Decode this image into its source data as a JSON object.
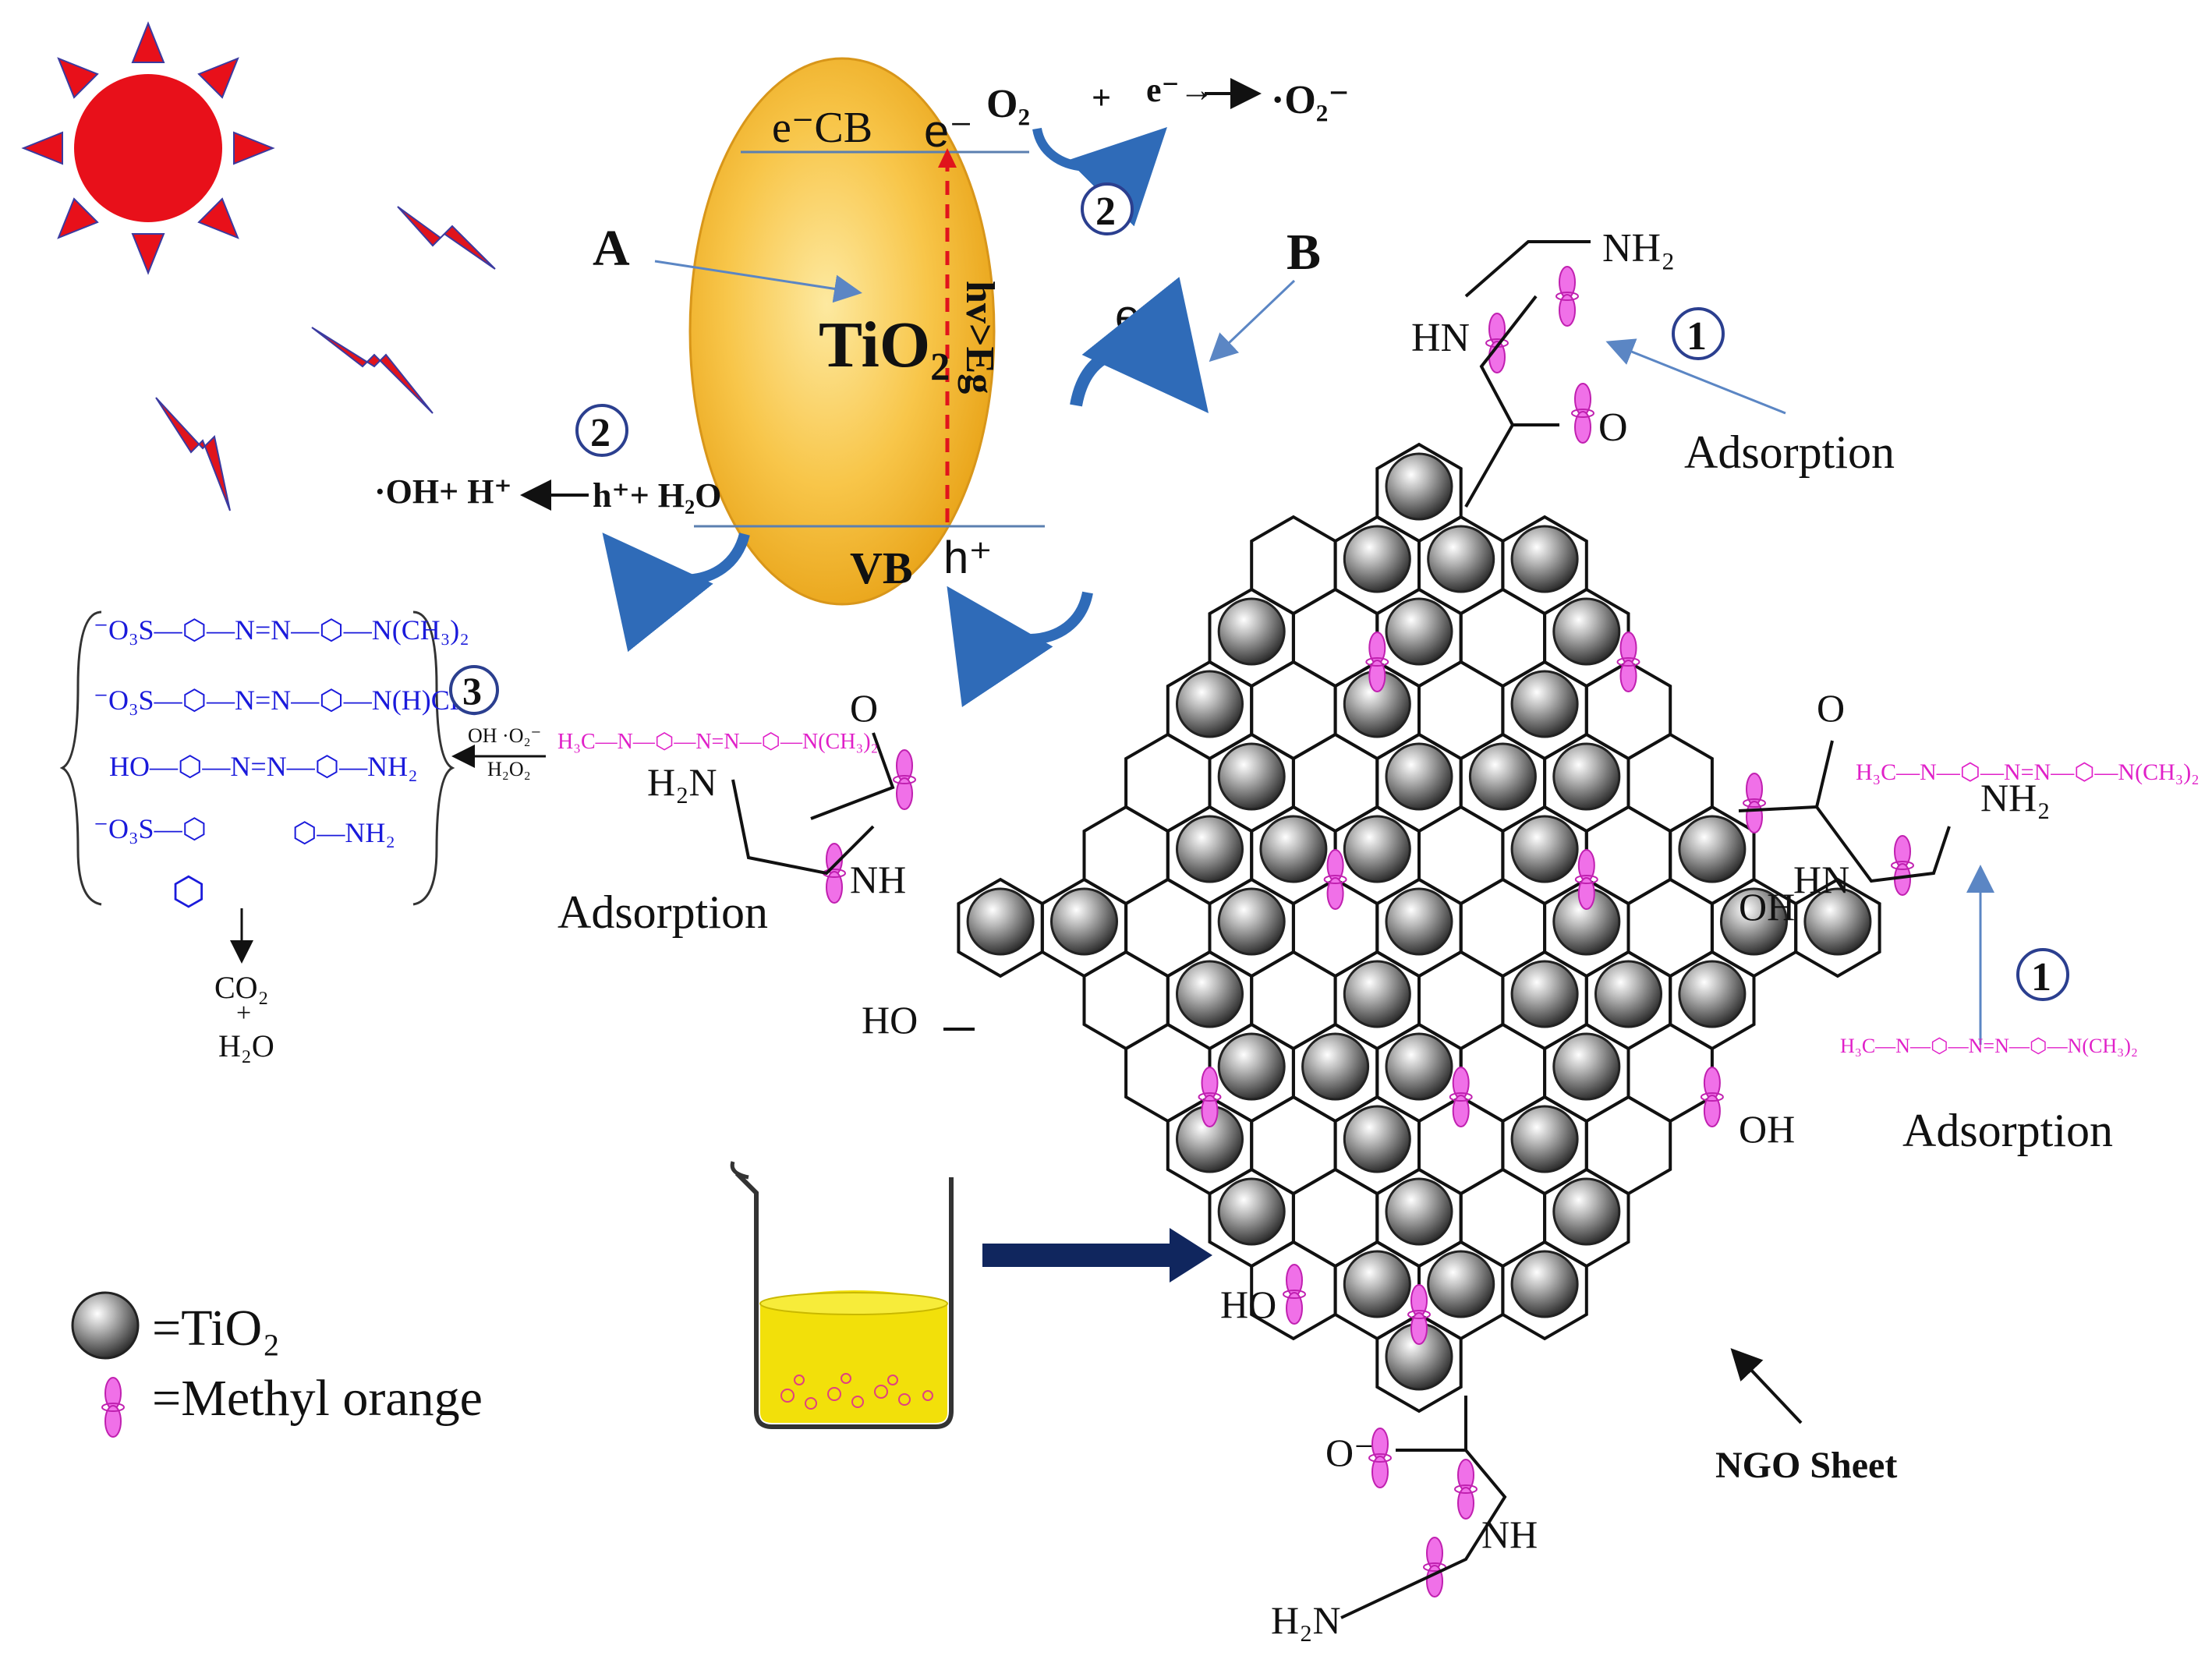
{
  "colors": {
    "sun": "#e8101a",
    "bolt": "#e0141c",
    "tio2_particle": "#f3b733",
    "arrow_blue": "#2f6bb8",
    "sphere": "#8a8a8a",
    "methyl_orange": "#f070e8",
    "beaker_liquid": "#f2e00a",
    "navy_arrow": "#10265e",
    "dashed": "#e0141c"
  },
  "icons": [
    "sun-icon",
    "lightning-bolt-icon",
    "beaker-icon",
    "tio2-sphere-icon",
    "methyl-orange-orbital-icon"
  ],
  "particle": {
    "band_cb": "e⁻CB",
    "e_top": "e⁻",
    "center": "TiO₂",
    "excitation": "hv>Eg",
    "band_vb": "VB",
    "h_bottom": "h⁺",
    "label_a": "A",
    "label_b": "B",
    "e_transfer": "e-"
  },
  "reactions": {
    "oxygen": "O₂",
    "plus": "+",
    "electron_arrow": "e⁻→",
    "superoxide": "·O₂⁻",
    "hydroxyl": "·OH+ H⁺",
    "hole_water": "h⁺+ H₂O",
    "step2_top": "2",
    "step2_left": "2",
    "step3": "3",
    "radicals": "OH ·O₂⁻",
    "peroxide": "H₂O₂"
  },
  "intermediates": {
    "row1": "⁻O₃S—⬡—N=N—⬡—N(CH₃)₂",
    "row2": "⁻O₃S—⬡—N=N—⬡—N(H)CH₃",
    "row3": "HO—⬡—N=N—⬡—NH₂",
    "row4a": "⁻O₃S—⬡",
    "row4b": "⬡—NH₂",
    "row5": "⬡",
    "products1": "CO₂",
    "products_plus": "+",
    "products2": "H₂O"
  },
  "groups": {
    "nh2_top": "NH₂",
    "hn_top": "HN",
    "o_top": "O",
    "adsorption_top": "Adsorption",
    "step1_top": "1",
    "o_left": "O",
    "h2n_left": "H₂N",
    "nh_left": "NH",
    "adsorption_left": "Adsorption",
    "ho_left": "HO",
    "o_right": "O",
    "nh2_right": "NH₂",
    "hn_right": "HN",
    "oh_right1": "OH",
    "oh_right2": "OH",
    "step1_right": "1",
    "adsorption_right": "Adsorption",
    "ho_bottom": "HO",
    "o_minus_bottom": "O⁻",
    "nh_bottom": "NH",
    "h2n_bottom": "H₂N",
    "ngo_sheet": "NGO  Sheet"
  },
  "methyl_orange_labels": {
    "left": "H₃C—N—⬡—N=N—⬡—N(CH₃)₂",
    "right": "H₃C—N—⬡—N=N—⬡—N(CH₃)₂",
    "bottom": "H₃C—N—⬡—N=N—⬡—N(CH₃)₂"
  },
  "legend": {
    "tio2": "=TiO₂",
    "methyl_orange": "=Methyl orange"
  }
}
